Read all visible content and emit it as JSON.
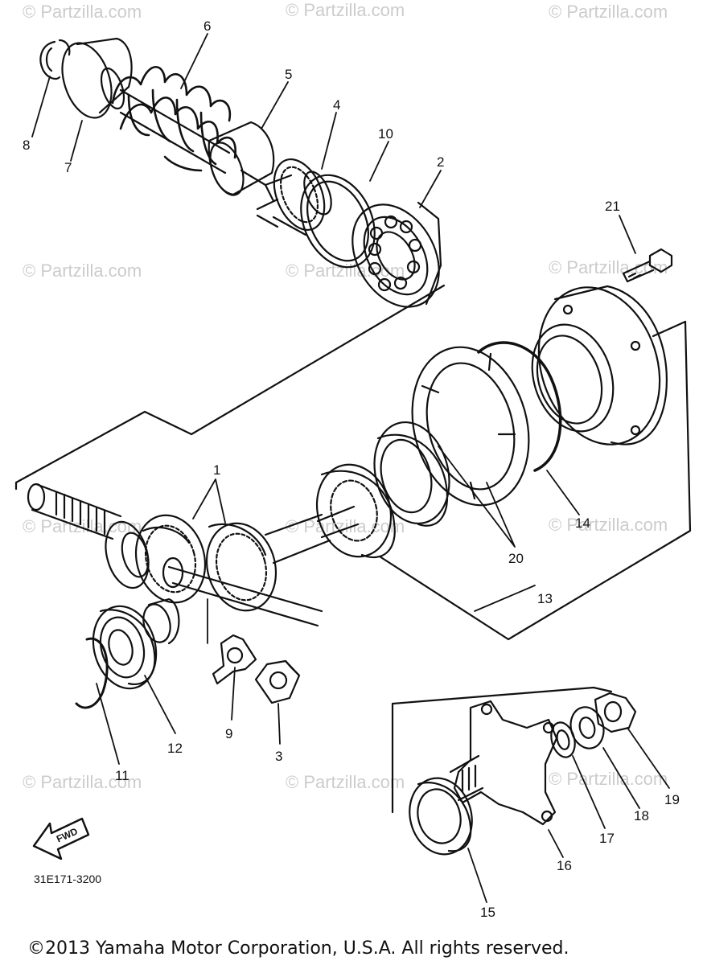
{
  "diagram": {
    "part_callouts": [
      "1",
      "2",
      "3",
      "4",
      "5",
      "6",
      "7",
      "8",
      "9",
      "10",
      "11",
      "12",
      "13",
      "14",
      "15",
      "16",
      "17",
      "18",
      "19",
      "20",
      "21"
    ],
    "fwd_label": "FWD",
    "drawing_code": "31E171-3200",
    "watermarks": [
      "© Partzilla.com",
      "© Partzilla.com",
      "© Partzilla.com",
      "© Partzilla.com",
      "© Partzilla.com",
      "© Partzilla.com",
      "© Partzilla.com",
      "© Partzilla.com",
      "© Partzilla.com",
      "© Partzilla.com",
      "© Partzilla.com",
      "© Partzilla.com"
    ],
    "copyright": "©2013  Yamaha Motor Corporation, U.S.A. All rights reserved."
  },
  "colors": {
    "ink": "#111111",
    "watermark": "#c9c9c9",
    "background": "#ffffff"
  }
}
